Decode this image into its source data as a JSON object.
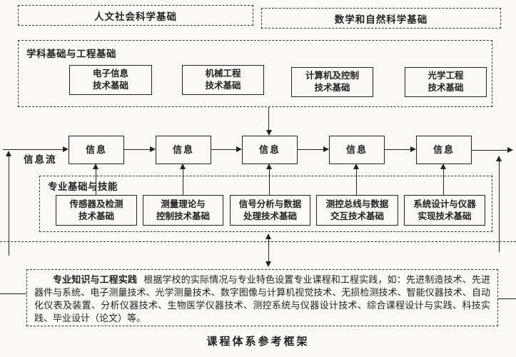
{
  "colors": {
    "ink": "#222222",
    "paper": "#faf9f6"
  },
  "figure": {
    "caption": "课程体系参考框架"
  },
  "top_row": {
    "humanities": "人文社会科学基础",
    "math_science": "数学和自然科学基础"
  },
  "discipline_section": {
    "title": "学科基础与工程基础",
    "boxes": [
      {
        "line1": "电子信息",
        "line2": "技术基础"
      },
      {
        "line1": "机械工程",
        "line2": "技术基础"
      },
      {
        "line1": "计算机及控制",
        "line2": "技术基础"
      },
      {
        "line1": "光学工程",
        "line2": "技术基础"
      }
    ]
  },
  "info_flow": {
    "label": "信息流",
    "nodes": [
      "信息",
      "信息",
      "信息",
      "信息",
      "信息"
    ]
  },
  "professional_section": {
    "title": "专业基础与技能",
    "boxes": [
      {
        "line1": "传感器及检测",
        "line2": "技术基础"
      },
      {
        "line1": "测量理论与",
        "line2": "控制技术基础"
      },
      {
        "line1": "信号分析与数据",
        "line2": "处理技术基础"
      },
      {
        "line1": "测控总线与数据",
        "line2": "交互技术基础"
      },
      {
        "line1": "系统设计与仪器",
        "line2": "实现技术基础"
      }
    ]
  },
  "practice_section": {
    "lead": "专业知识与工程实践",
    "body": "根据学校的实际情况与专业特色设置专业课程和工程实践，如：先进制造技术、先进器件与系统、电子测量技术、光学测量技术、数字图像与计算机视觉技术、无损检测技术、智能仪器技术、自动化仪表及装置、分析仪器技术、生物医学仪器技术、测控系统与仪器设计技术、综合课程设计与实践、科技实践、毕业设计（论文）等。"
  }
}
